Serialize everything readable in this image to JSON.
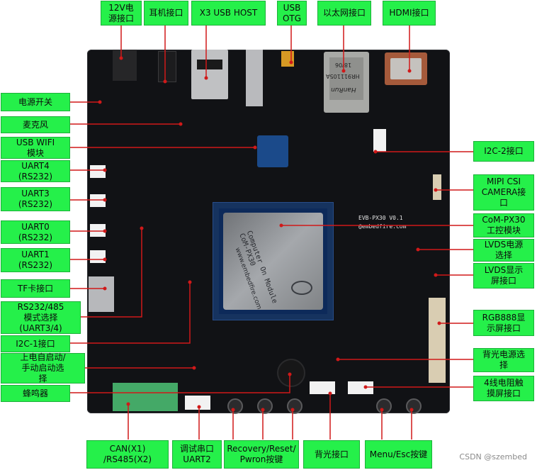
{
  "labels": {
    "power_12v": "12V电\n源接口",
    "earphone": "耳机接口",
    "x3_usb_host": "X3 USB HOST",
    "usb_otg": "USB\nOTG",
    "ethernet": "以太网接口",
    "hdmi": "HDMI接口",
    "power_switch": "电源开关",
    "microphone": "麦克风",
    "usb_wifi": "USB WIFI\n模块",
    "uart4": "UART4\n(RS232)",
    "uart3": "UART3\n(RS232)",
    "uart0": "UART0\n(RS232)",
    "uart1": "UART1\n(RS232)",
    "tf_card": "TF卡接口",
    "rs232_485_mode": "RS232/485\n模式选择\n(UART3/4)",
    "i2c1": "I2C-1接口",
    "power_on_mode": "上电自启动/\n手动启动选\n择",
    "buzzer": "蜂鸣器",
    "i2c2": "I2C-2接口",
    "mipi_csi": "MIPI CSI\nCAMERA接\n口",
    "com_px30": "CoM-PX30\n工控模块",
    "lvds_power": "LVDS电源\n选择",
    "lvds_display": "LVDS显示\n屏接口",
    "rgb888": "RGB888显\n示屏接口",
    "backlight_power": "背光电源选\n择",
    "touch_4wire": "4线电阻触\n摸屏接口",
    "can": "CAN(X1)\n/RS485(X2)",
    "debug_uart2": "调试串口\nUART2",
    "recovery_reset": "Recovery/Reset/\nPwron按键",
    "backlight": "背光接口",
    "menu_esc": "Menu/Esc按键"
  },
  "board": {
    "model_text": "EVB-PX30 V0.1",
    "site_text": "@embedfire.com",
    "module_line1": "Computer On Module",
    "module_line2": "CoM-PX30",
    "module_site": "www.embedfire.com",
    "ethernet_vendor": "HanRun",
    "ethernet_part": "HR911105A",
    "ethernet_date": "18/06"
  },
  "watermark": "CSDN @szembed",
  "colors": {
    "label_bg": "#25f04a",
    "leader": "#d01919",
    "board": "#111215"
  }
}
